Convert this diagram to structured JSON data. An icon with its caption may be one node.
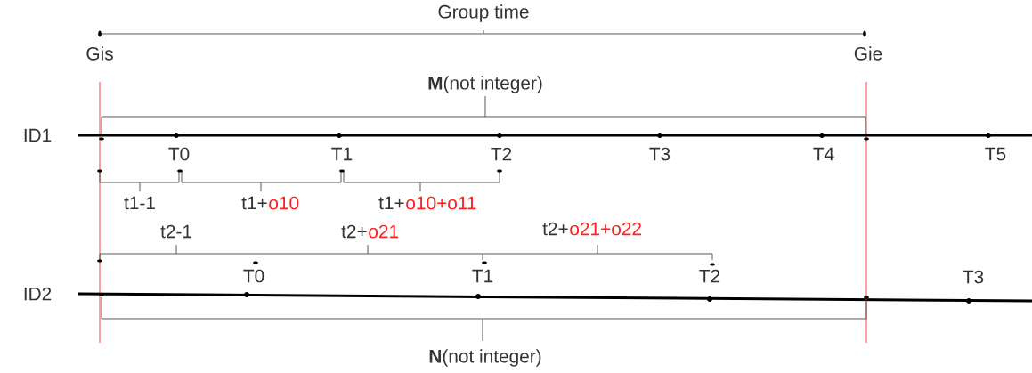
{
  "diagram": {
    "labels": [
      "Group time",
      "Gis",
      "Gie",
      "**M**(not integer)",
      "ID1",
      "T0",
      "T1",
      "T2",
      "T3",
      "T4",
      "T5",
      "t1-1",
      "t1+",
      "o10",
      "t1+",
      "o10+o11",
      "t2-1",
      "t2+",
      "o21",
      "t2+",
      "o21+o22",
      "ID2",
      "T0",
      "T1",
      "T2",
      "T3",
      "**N**(not integer)"
    ]
  }
}
